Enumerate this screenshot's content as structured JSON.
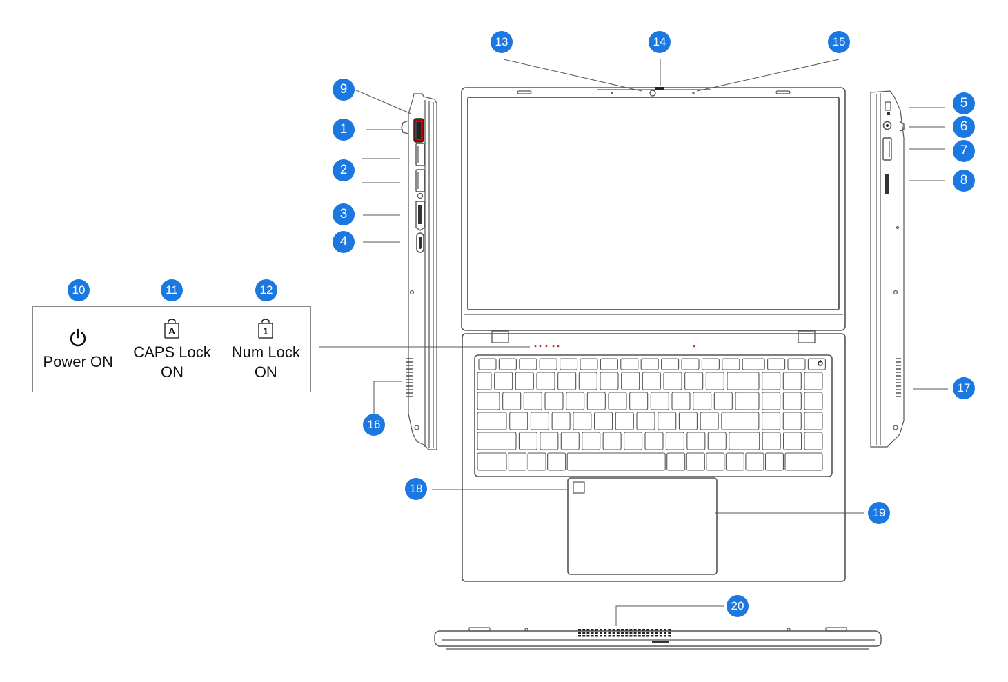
{
  "callouts": {
    "c1": "1",
    "c2": "2",
    "c3": "3",
    "c4": "4",
    "c5": "5",
    "c6": "6",
    "c7": "7",
    "c8": "8",
    "c9": "9",
    "c10": "10",
    "c11": "11",
    "c12": "12",
    "c13": "13",
    "c14": "14",
    "c15": "15",
    "c16": "16",
    "c17": "17",
    "c18": "18",
    "c19": "19",
    "c20": "20"
  },
  "indicators": [
    {
      "icon": "power-icon",
      "line1": "Power ON",
      "line2": ""
    },
    {
      "icon": "caps-lock-icon",
      "glyph": "A",
      "line1": "CAPS Lock",
      "line2": "ON"
    },
    {
      "icon": "num-lock-icon",
      "glyph": "1",
      "line1": "Num Lock",
      "line2": "ON"
    }
  ],
  "colors": {
    "badge": "#1a78e0",
    "line": "#555555",
    "indicator_dot": "#c0392b"
  }
}
